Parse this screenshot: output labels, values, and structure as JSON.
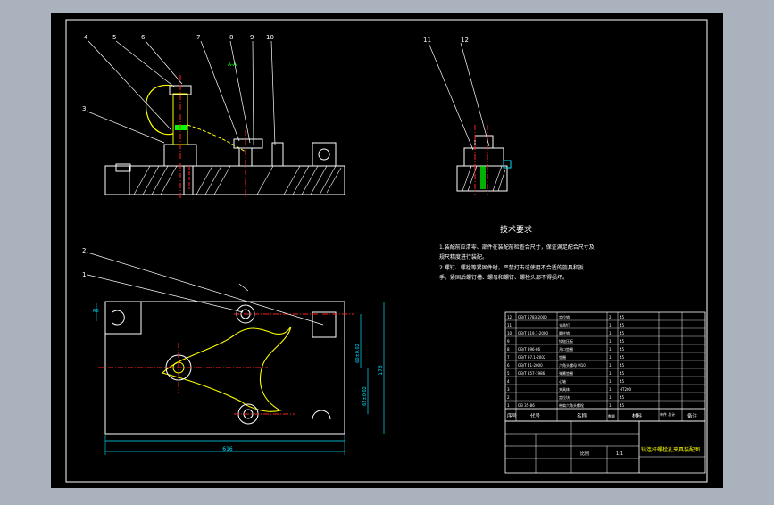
{
  "drawing": {
    "colors": {
      "background": "#a9b2bd",
      "sheet": "#000000",
      "line": "#ffffff",
      "part": "#ffff00",
      "center": "#ff2020",
      "dim": "#00e0ff",
      "label": "#00ff00",
      "hatch": "#ffffff"
    },
    "balloons": [
      "4",
      "5",
      "6",
      "7",
      "8",
      "9",
      "10",
      "3",
      "2",
      "1",
      "11",
      "12"
    ],
    "tech_title": "技术要求",
    "tech_notes": [
      "1.装配前应清零、部件在装配前检查合尺寸，保证满足配合尺寸及",
      "规尺精度进行装配。",
      "2.螺钉、螺栓等紧固件时，严禁打击或使用不合适的旋具和扳",
      "手。紧固后螺钉槽、螺母和螺钉、螺栓头部不得损坏。"
    ],
    "dims": {
      "width": "616",
      "height": "176",
      "h1": "60±0.02",
      "h2": "62±0.02",
      "small": "R6"
    },
    "bom_rows": [
      [
        "12",
        "GB/T 5783-2000",
        "定位销",
        "2",
        "45",
        ""
      ],
      [
        "11",
        "",
        "支承钉",
        "1",
        "45",
        ""
      ],
      [
        "10",
        "GB/T 119.1-2000",
        "圆柱销",
        "1",
        "45",
        ""
      ],
      [
        "9",
        "",
        "铰链压板",
        "1",
        "45",
        ""
      ],
      [
        "8",
        "GB/T 896-86",
        "开口垫圈",
        "1",
        "45",
        ""
      ],
      [
        "7",
        "GB/T 97.1-2002",
        "垫圈",
        "1",
        "45",
        ""
      ],
      [
        "6",
        "GB/T 41-2000",
        "六角头螺母 M10",
        "1",
        "45",
        ""
      ],
      [
        "5",
        "GB/T 857-1986",
        "弹簧垫圈",
        "1",
        "45",
        ""
      ],
      [
        "4",
        "",
        "心轴",
        "1",
        "45",
        ""
      ],
      [
        "3",
        "",
        "夹具体",
        "1",
        "HT200",
        ""
      ],
      [
        "2",
        "",
        "定位块",
        "1",
        "45",
        ""
      ],
      [
        "1",
        "GB 35-86",
        "带肩六角头螺栓",
        "1",
        "45",
        ""
      ]
    ],
    "bom_header": {
      "no": "序号",
      "code": "代号",
      "name": "名称",
      "qty": "数量",
      "material": "材料",
      "weight": "单件 总计",
      "remark": "备注"
    },
    "title_block": {
      "title": "钻连杆螺栓孔夹具装配图",
      "scale_label": "比例",
      "scale": "1:1"
    }
  }
}
